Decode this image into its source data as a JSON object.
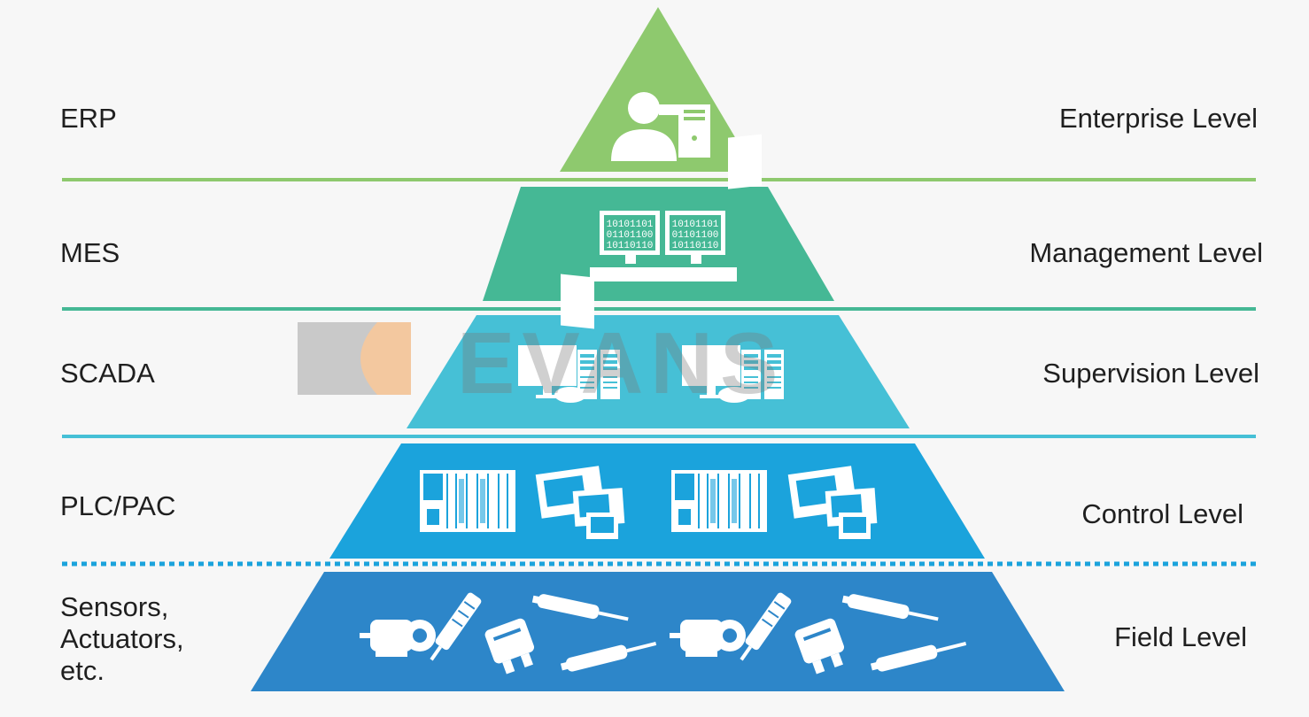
{
  "levels": [
    {
      "system": "ERP",
      "level": "Enterprise Level",
      "color": "#8ec96e",
      "icon": "user-computer-icon"
    },
    {
      "system": "MES",
      "level": "Management Level",
      "color": "#45b895",
      "icon": "monitors-binary-icon",
      "binary": [
        "10101101",
        "01101100",
        "10110110"
      ]
    },
    {
      "system": "SCADA",
      "level": "Supervision Level",
      "color": "#46c0d6",
      "icon": "computer-server-icon"
    },
    {
      "system": "PLC/PAC",
      "level": "Control Level",
      "color": "#1ba3dc",
      "icon": "plc-hmi-icon"
    },
    {
      "system": "Sensors,\nActuators,\netc.",
      "level": "Field Level",
      "color": "#2d86c9",
      "icon": "field-devices-icon"
    }
  ],
  "divider_colors": [
    "#8ec96e",
    "#45b895",
    "#46c0d6",
    "#1ba3dc"
  ],
  "watermark": {
    "text": "EVANS",
    "accent": "#f7c89a"
  }
}
